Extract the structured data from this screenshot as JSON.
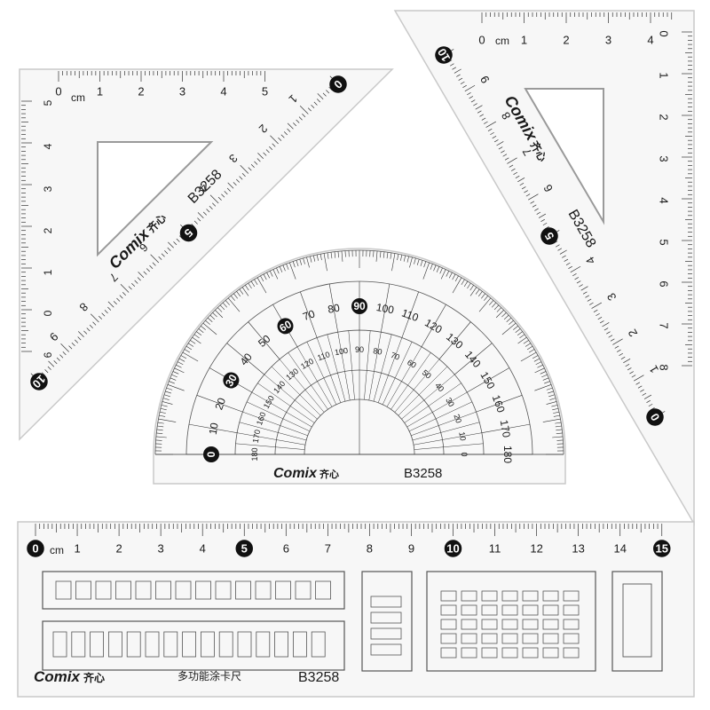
{
  "brand": {
    "logo": "Comix",
    "logo_cn": "齐心"
  },
  "model": "B3258",
  "unit": "cm",
  "triangle_left": {
    "top_labels": [
      "0",
      "1",
      "2",
      "3",
      "4",
      "5"
    ],
    "left_labels": [
      "5",
      "4",
      "3",
      "2",
      "1",
      "0",
      "6"
    ],
    "hyp_labels": [
      "0",
      "1",
      "2",
      "3",
      "4",
      "5",
      "6",
      "7",
      "8",
      "9",
      "10"
    ]
  },
  "triangle_right": {
    "top_labels": [
      "0",
      "1",
      "2",
      "3",
      "4"
    ],
    "right_labels": [
      "0",
      "1",
      "2",
      "3",
      "4",
      "5",
      "6",
      "7",
      "8"
    ],
    "hyp_labels": [
      "10",
      "9",
      "8",
      "7",
      "6",
      "5",
      "4",
      "3",
      "2",
      "1",
      "0"
    ]
  },
  "protractor": {
    "outer_labels": [
      "0",
      "10",
      "20",
      "30",
      "40",
      "50",
      "60",
      "70",
      "80",
      "90",
      "100",
      "110",
      "120",
      "130",
      "140",
      "150",
      "160",
      "170",
      "180"
    ],
    "inner_labels": [
      "180",
      "170",
      "160",
      "150",
      "140",
      "130",
      "120",
      "110",
      "100",
      "90",
      "80",
      "70",
      "60",
      "50",
      "40",
      "30",
      "20",
      "10",
      "0"
    ]
  },
  "bottom_ruler": {
    "labels": [
      "0",
      "1",
      "2",
      "3",
      "4",
      "5",
      "6",
      "7",
      "8",
      "9",
      "10",
      "11",
      "12",
      "13",
      "14",
      "15"
    ],
    "caption_cn": "多功能涂卡尺"
  }
}
